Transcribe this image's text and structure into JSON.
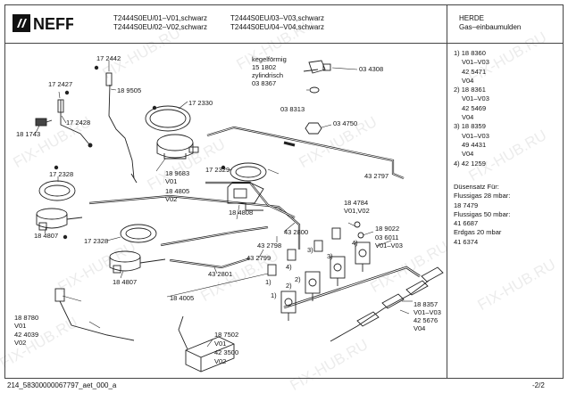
{
  "brand": "NEFF",
  "header": {
    "models": [
      "T2444S0EU/01–V01,schwarz",
      "T2444S0EU/02–V02,schwarz",
      "T2444S0EU/03–V03,schwarz",
      "T2444S0EU/04–V04,schwarz"
    ],
    "category": [
      "HERDE",
      "Gas–einbaumulden"
    ]
  },
  "legend_versions": [
    {
      "no": "1)",
      "part": "18 8360",
      "range": "V01–V03",
      "alt": "42 5471",
      "ver": "V04"
    },
    {
      "no": "2)",
      "part": "18 8361",
      "range": "V01–V03",
      "alt": "42 5469",
      "ver": "V04"
    },
    {
      "no": "3)",
      "part": "18 8359",
      "range": "V01–V03",
      "alt": "49 4431",
      "ver": "V04"
    },
    {
      "no": "4)",
      "part": "42 1259"
    }
  ],
  "nozzles": {
    "title": "Düsensatz Für:",
    "items": [
      "Flussigas 28 mbar:",
      "18 7479",
      "Flussigas 50 mbar:",
      "41 6687",
      "Erdgas 20 mbar",
      "41 6374"
    ]
  },
  "parts": {
    "p172442": "17 2442",
    "p172427": "17 2427",
    "p189505": "18 9505",
    "p172428": "17 2428",
    "p181743": "18 1743",
    "p172330": "17 2330",
    "p189683": "18 9683",
    "p189683v": "V01",
    "p184805": "18 4805",
    "p184805v": "V02",
    "p172329": "17 2329",
    "p172328a": "17 2328",
    "p184807a": "18 4807",
    "p172328b": "17 2328",
    "p184807b": "18 4807",
    "p184808": "18 4808",
    "p432800": "43 2800",
    "p432798": "43 2798",
    "p432799": "43 2799",
    "p432801": "43 2801",
    "p184005": "18 4005",
    "kegel1": "kegelförmig",
    "kegel2": "15 1802",
    "kegel3": "zylindrisch",
    "kegel4": "03 8367",
    "p034308": "03 4308",
    "p038313": "03 8313",
    "p034750": "03 4750",
    "p432797": "43 2797",
    "p184784": "18 4784",
    "p184784v": "V01,V02",
    "p189022": "18 9022",
    "p036011": "03 6011",
    "p036011v": "V01–V03",
    "p188357": "18 8357",
    "p188357v": "V01–V03",
    "p425676": "42 5676",
    "p425676v": "V04",
    "p188780": "18 8780",
    "p188780v": "V01",
    "p424039": "42 4039",
    "p424039v": "V02",
    "p187502": "18 7502",
    "p187502v": "V01",
    "p423500": "42 3500",
    "p423500v": "V02"
  },
  "callouts": {
    "c1": "1)",
    "c2": "2)",
    "c3": "3)",
    "c4": "4)",
    "c1b": "1)",
    "c2b": "2)",
    "c3b": "3)",
    "c4b": "4)"
  },
  "footer": {
    "code": "214_58300000067797_aet_000_a",
    "page": "-2/2"
  },
  "watermark": "FIX-HUB.RU"
}
